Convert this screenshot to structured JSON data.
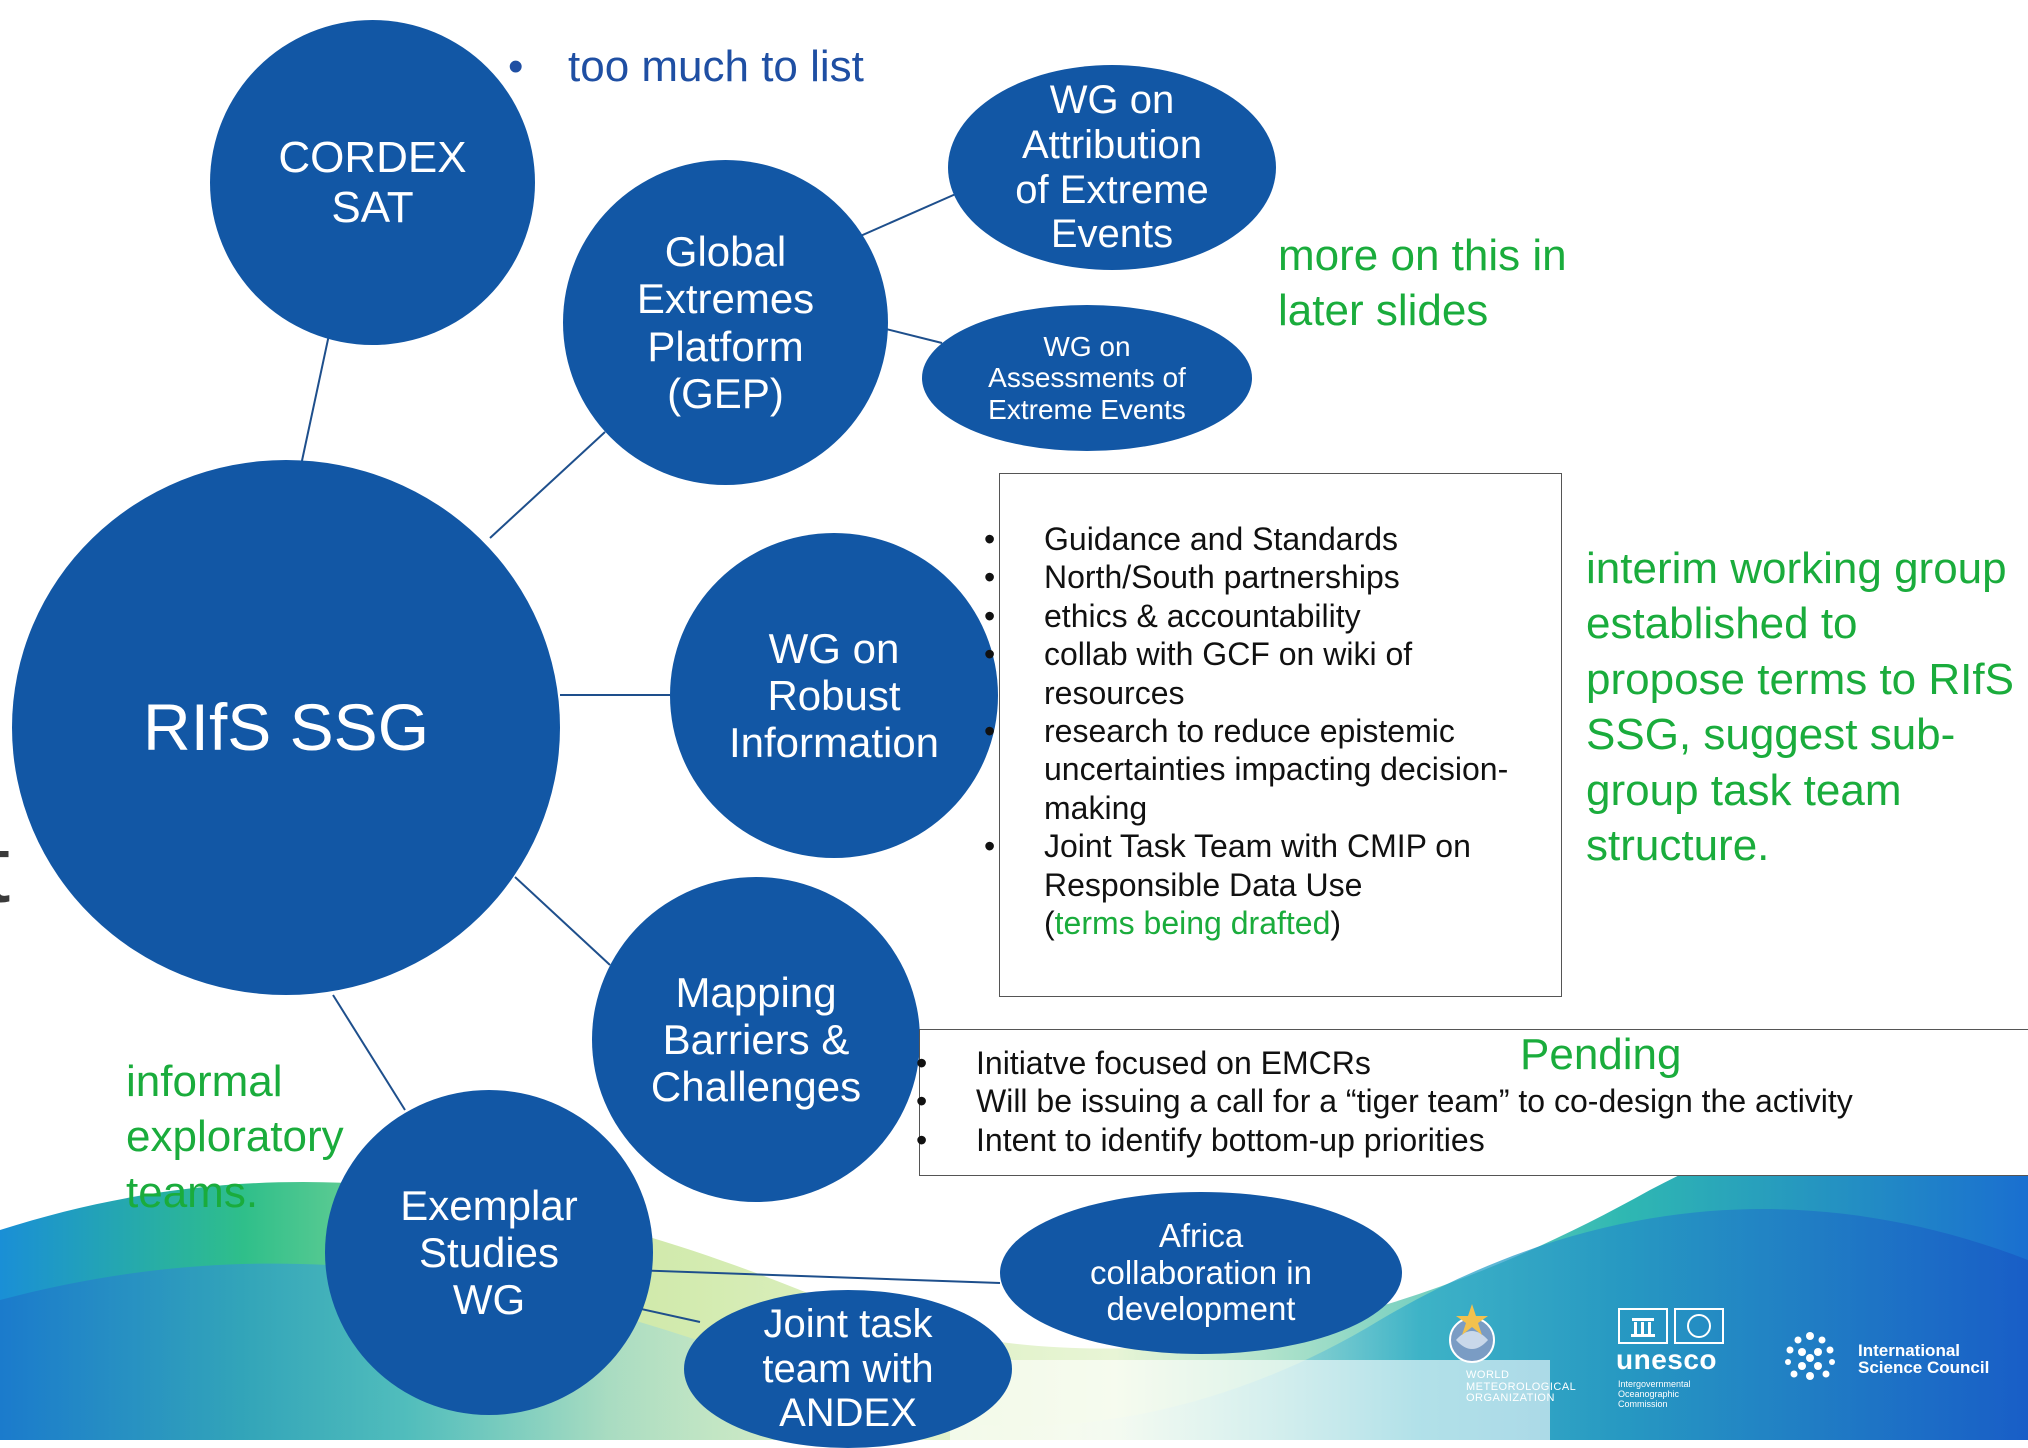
{
  "nodes": {
    "cordex": "CORDEX\n SAT",
    "gep": "Global\nExtremes\nPlatform\n(GEP)",
    "wg_attribution": "WG on\nAttribution\nof Extreme\nEvents",
    "wg_assessments": "WG on\nAssessments of\nExtreme Events",
    "rifs": "RIfS SSG",
    "wg_robust": "WG on\nRobust\nInformation",
    "mapping": "Mapping\nBarriers &\nChallenges",
    "exemplar": "Exemplar\nStudies\nWG",
    "africa": "Africa\ncollaboration in\ndevelopment",
    "andex": "Joint task\nteam with\nANDEX"
  },
  "cordex_note": "too much to list",
  "gep_note": "more on this in later slides",
  "robust_note": "interim working group established to propose terms to RIfS SSG, suggest sub-group task team structure.",
  "exploratory_note": "informal exploratory teams.",
  "partial_text": "nt",
  "robust_items": [
    "Guidance and Standards",
    "North/South partnerships",
    "ethics & accountability",
    "collab with GCF on wiki of resources",
    "research to reduce epistemic uncertainties impacting decision-making"
  ],
  "robust_last": {
    "text": "Joint Task Team with CMIP on Responsible Data Use",
    "paren_open": "(",
    "highlight": "terms being drafted",
    "paren_close": ")"
  },
  "mapping_items": [
    "Initiatve focused on EMCRs",
    "Will be issuing a call for a “tiger team” to co-design the activity",
    "Intent to identify bottom-up priorities"
  ],
  "mapping_status": "Pending",
  "logos": {
    "wmo": "WORLD\nMETEOROLOGICAL\nORGANIZATION",
    "unesco": "unesco",
    "unesco_sub": "Intergovernmental\nOceanographic\nCommission",
    "isc": "International\nScience Council"
  },
  "colors": {
    "node_blue": "#1257a5",
    "note_green": "#1aac3c",
    "text_blue": "#1f4fa3"
  }
}
